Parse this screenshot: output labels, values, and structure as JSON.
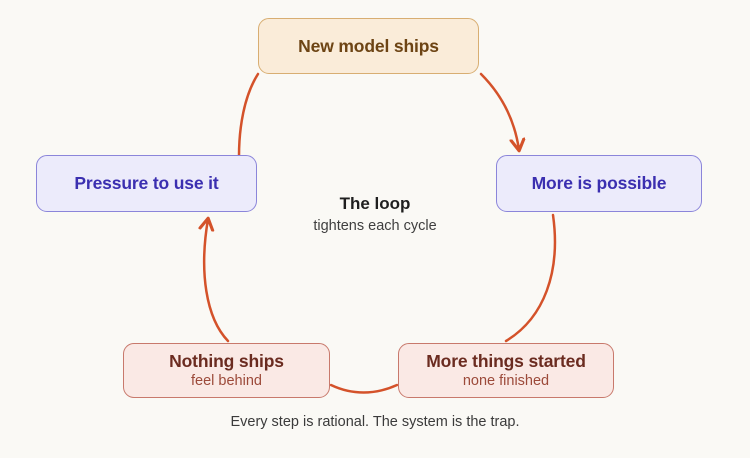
{
  "diagram": {
    "background_color": "#faf9f5",
    "arrow_color": "#d4522a",
    "center": {
      "title": "The loop",
      "subtitle": "tightens each cycle"
    },
    "footer": "Every step is rational. The system is the trap.",
    "nodes": [
      {
        "id": "new-model-ships",
        "title": "New model ships",
        "subtitle": "",
        "fill": "#faecd9",
        "border": "#d8ae72",
        "text_color": "#6d4414"
      },
      {
        "id": "more-is-possible",
        "title": "More is possible",
        "subtitle": "",
        "fill": "#ecebfb",
        "border": "#8b85da",
        "text_color": "#3b2fb0"
      },
      {
        "id": "more-things-started",
        "title": "More things started",
        "subtitle": "none finished",
        "fill": "#fae9e5",
        "border": "#c8796c",
        "text_color": "#6b2b20"
      },
      {
        "id": "nothing-ships",
        "title": "Nothing ships",
        "subtitle": "feel behind",
        "fill": "#fae9e5",
        "border": "#c8796c",
        "text_color": "#6b2b20"
      },
      {
        "id": "pressure-to-use-it",
        "title": "Pressure to use it",
        "subtitle": "",
        "fill": "#ecebfb",
        "border": "#8b85da",
        "text_color": "#3b2fb0"
      }
    ],
    "edges": [
      {
        "id": "edge-new-model-to-more-possible",
        "from": "new-model-ships",
        "to": "more-is-possible",
        "arrowhead": true
      },
      {
        "id": "edge-more-possible-to-more-started",
        "from": "more-is-possible",
        "to": "more-things-started",
        "arrowhead": false
      },
      {
        "id": "edge-more-started-to-nothing-ships",
        "from": "more-things-started",
        "to": "nothing-ships",
        "arrowhead": false
      },
      {
        "id": "edge-nothing-ships-to-pressure",
        "from": "nothing-ships",
        "to": "pressure-to-use-it",
        "arrowhead": true
      },
      {
        "id": "edge-pressure-to-new-model",
        "from": "pressure-to-use-it",
        "to": "new-model-ships",
        "arrowhead": false
      }
    ]
  }
}
